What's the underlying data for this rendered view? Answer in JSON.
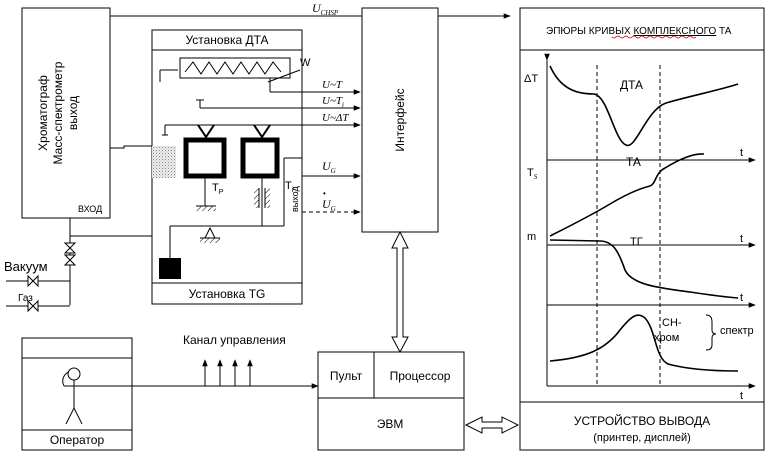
{
  "chromatograph": {
    "line1": "Хроматограф",
    "line2": "Масс-спектрометр",
    "line3": "выход",
    "input_label": "ВХОД"
  },
  "dta_unit": {
    "title": "Установка ДТА",
    "heater_label": "W",
    "tp_label": "T",
    "tp_sub": "P",
    "ti_label": "T",
    "ti_sub": "i",
    "output_label": "выход"
  },
  "tg_unit": {
    "title": "Установка TG"
  },
  "signals": {
    "uchsp_base": "U",
    "uchsp_sub": "CHSP",
    "u_t": "U~T",
    "u_ti": "U~T",
    "u_ti_sub": "i",
    "u_dt": "U~ΔT",
    "u_g_base": "U",
    "u_g_sub": "G",
    "u_g_dot_base": "U",
    "u_g_dot_sub": "G",
    "u_g_dot_mark": "•"
  },
  "interface": {
    "label": "Интерфейс"
  },
  "gas": {
    "vacuum": "Вакуум",
    "gas": "Газ"
  },
  "operator": {
    "label": "Оператор"
  },
  "control": {
    "label": "Канал управления"
  },
  "computer": {
    "console": "Пульт",
    "processor": "Процессор",
    "label": "ЭВМ"
  },
  "panel": {
    "title_pre": "ЭПЮРЫ КРИВЫХ ",
    "title_underlined": "КОМПЛЕКСНОГО",
    "title_post": " ТА",
    "dta_axis": "ΔT",
    "dta_curve": "ДТА",
    "ts_axis": "T",
    "ts_sub": "S",
    "ta_curve": "ТА",
    "m_axis": "m",
    "tg_curve": "ТГ",
    "ch_line1": "CH-",
    "ch_line2": "хром",
    "spectrum": "спектр",
    "t_axis": "t",
    "output_line1": "УСТРОЙСТВО ВЫВОДА",
    "output_line2": "(принтер, дисплей)"
  }
}
